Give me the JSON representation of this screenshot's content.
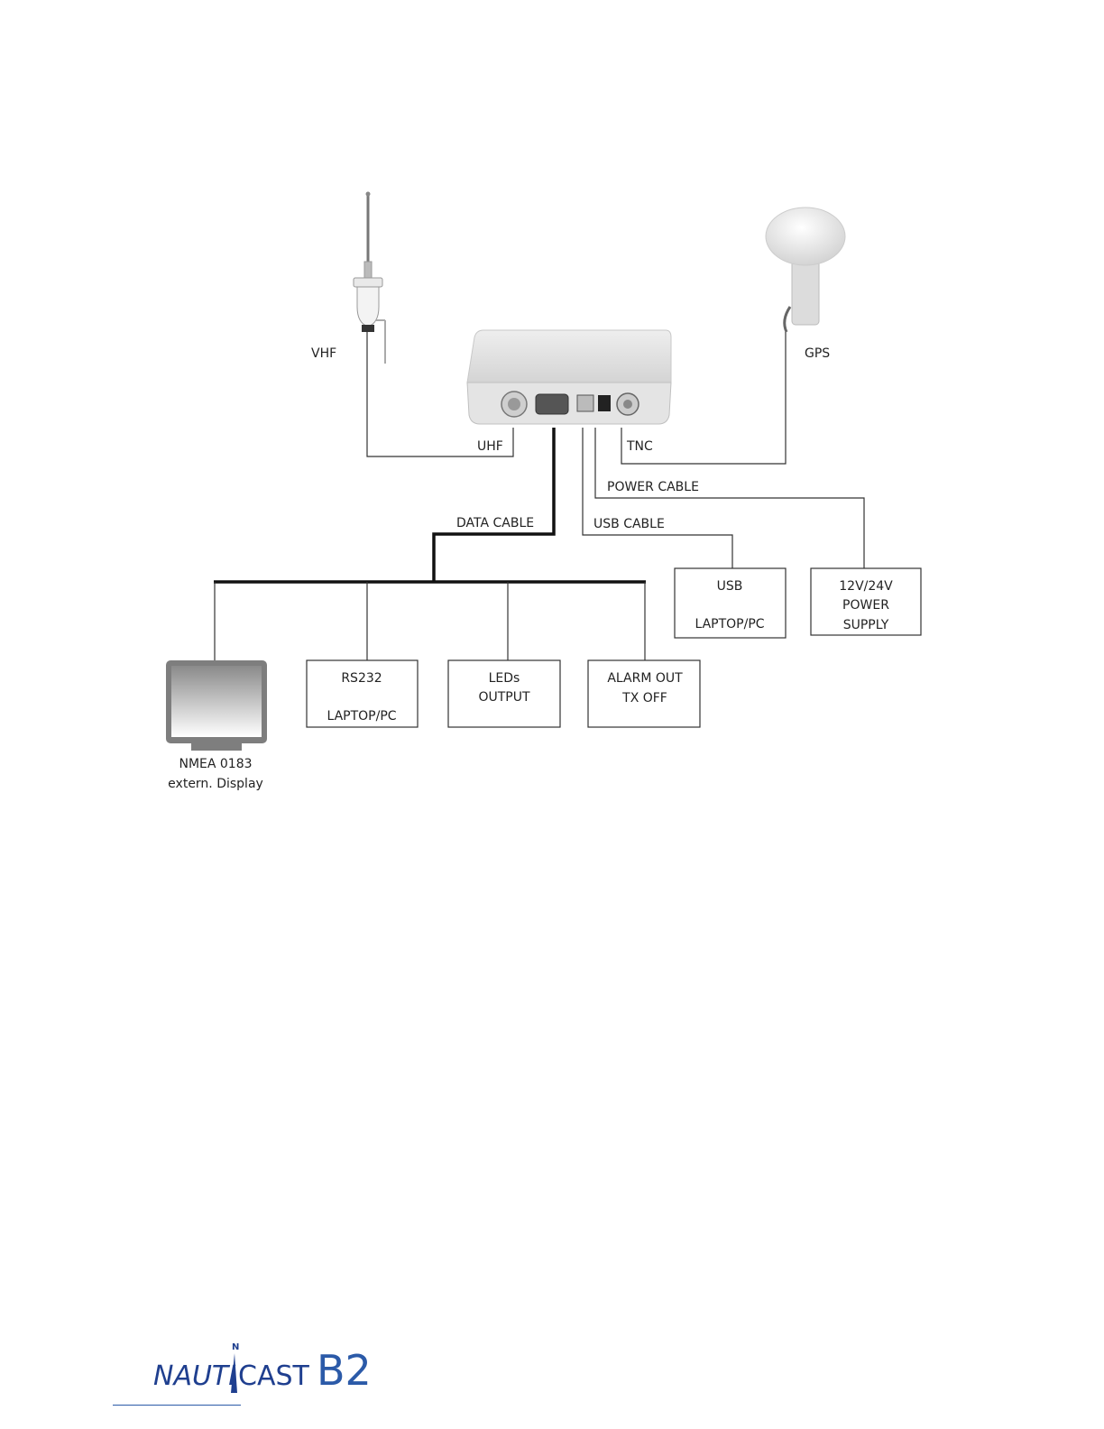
{
  "diagram": {
    "vhf_label": "VHF",
    "gps_label": "GPS",
    "uhf_label": "UHF",
    "tnc_label": "TNC",
    "power_cable_label": "POWER CABLE",
    "data_cable_label": "DATA CABLE",
    "usb_cable_label": "USB CABLE",
    "usb_box": {
      "line1": "USB",
      "line2": "LAPTOP/PC"
    },
    "power_box": {
      "line1": "12V/24V",
      "line2": "POWER",
      "line3": "SUPPLY"
    },
    "rs232_box": {
      "line1": "RS232",
      "line2": "LAPTOP/PC"
    },
    "leds_box": {
      "line1": "LEDs",
      "line2": "OUTPUT"
    },
    "alarm_box": {
      "line1": "ALARM OUT",
      "line2": "TX OFF"
    },
    "display_label": {
      "line1": "NMEA 0183",
      "line2": "extern. Display"
    }
  },
  "footer": {
    "logo_nauti": "NAUTI",
    "logo_cast": "CAST",
    "logo_b2": "B2",
    "logo_n": "N"
  }
}
